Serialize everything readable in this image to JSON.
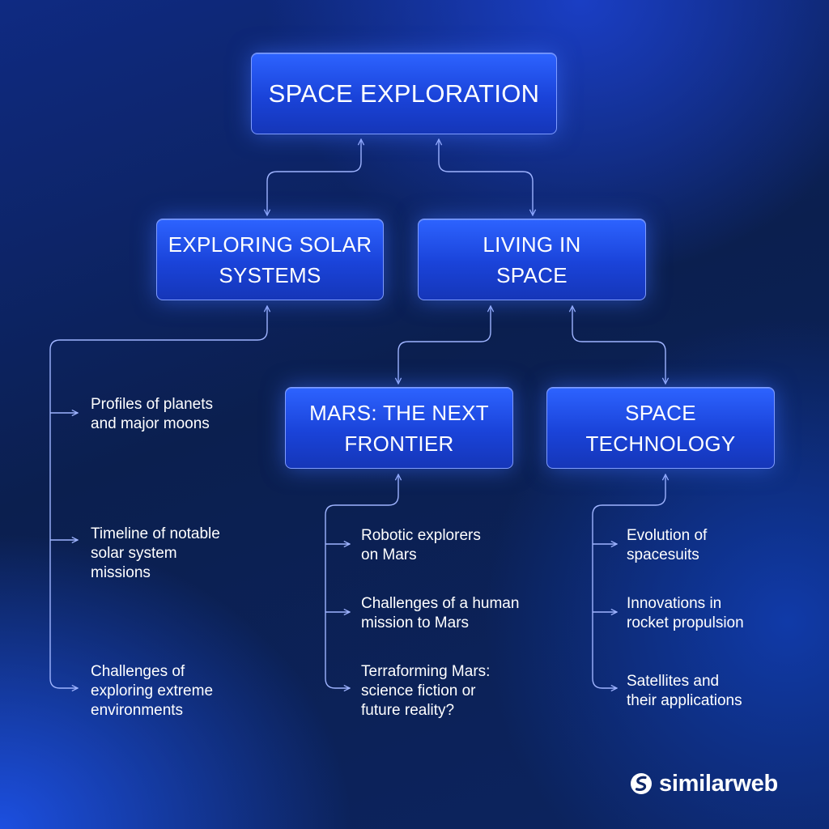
{
  "diagram": {
    "root": "SPACE EXPLORATION",
    "branches": [
      {
        "title": "EXPLORING SOLAR\nSYSTEMS",
        "items": [
          "Profiles of planets\nand major moons",
          "Timeline of notable\nsolar system\nmissions",
          "Challenges of\nexploring extreme\nenvironments"
        ]
      },
      {
        "title": "LIVING IN\nSPACE",
        "children": [
          {
            "title": "MARS: THE NEXT\nFRONTIER",
            "items": [
              "Robotic explorers\non Mars",
              "Challenges of a human\nmission to Mars",
              "Terraforming Mars:\nscience fiction or\nfuture reality?"
            ]
          },
          {
            "title": "SPACE\nTECHNOLOGY",
            "items": [
              "Evolution of\nspacesuits",
              "Innovations in\nrocket propulsion",
              "Satellites and\ntheir applications"
            ]
          }
        ]
      }
    ]
  },
  "brand": {
    "name": "similarweb",
    "icon": "similarweb-logo-icon"
  },
  "colors": {
    "node_fill": "#2450ef",
    "node_border": "#7f9cff",
    "connector": "#9fb4ff",
    "text": "#ffffff"
  }
}
